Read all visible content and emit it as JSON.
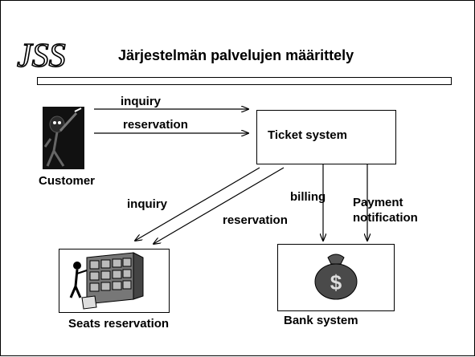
{
  "slide": {
    "logo_text": "JSS",
    "title": "Järjestelmän palvelujen määrittely"
  },
  "diagram": {
    "customer_label": "Customer",
    "ticket_system_label": "Ticket system",
    "seats_reservation_label": "Seats reservation",
    "bank_system_label": "Bank system",
    "arrows": {
      "customer_inquiry": "inquiry",
      "customer_reservation": "reservation",
      "seats_inquiry": "inquiry",
      "seats_reservation": "reservation",
      "bank_billing": "billing",
      "bank_payment_line1": "Payment",
      "bank_payment_line2": "notification"
    },
    "icons": {
      "customer": "pointing-person-icon",
      "seats": "person-with-shelf-icon",
      "bank": "money-bag-icon",
      "money_symbol": "$"
    }
  }
}
